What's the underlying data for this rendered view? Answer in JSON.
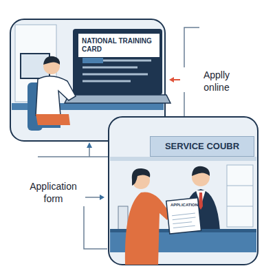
{
  "diagram": {
    "nodes": [
      {
        "text": [
          "NATIONAL TRAINING CARD"
        ]
      },
      {
        "text": [
          "SERVICE COUBR"
        ]
      },
      {
        "text": [
          "APPLICATION"
        ]
      }
    ],
    "labels": [
      "Applly online",
      "Application form"
    ]
  }
}
